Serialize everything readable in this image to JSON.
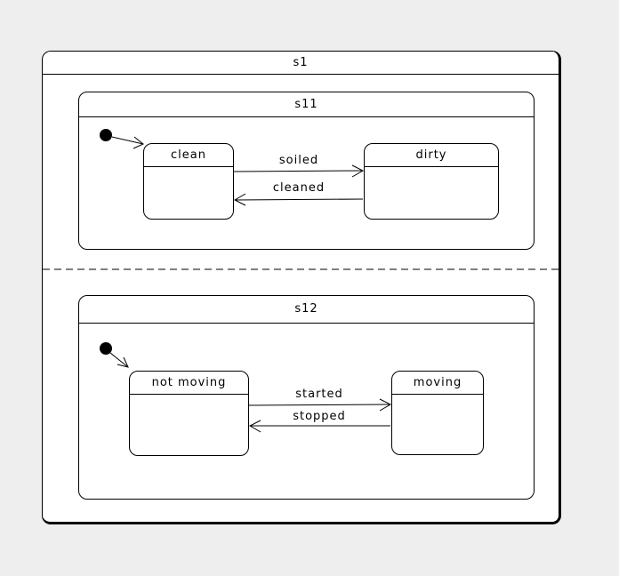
{
  "colors": {
    "background": "#eeeeee",
    "state_fill": "#ffffff",
    "line": "#000000"
  },
  "diagram": {
    "type": "uml-state-machine",
    "root_state": {
      "label": "s1"
    },
    "regions": [
      {
        "composite_state": {
          "label": "s11"
        },
        "states": [
          {
            "label": "clean"
          },
          {
            "label": "dirty"
          }
        ],
        "transitions": [
          {
            "label": "soiled",
            "from": "clean",
            "to": "dirty"
          },
          {
            "label": "cleaned",
            "from": "dirty",
            "to": "clean"
          }
        ],
        "initial": {
          "to": "clean"
        }
      },
      {
        "composite_state": {
          "label": "s12"
        },
        "states": [
          {
            "label": "not moving"
          },
          {
            "label": "moving"
          }
        ],
        "transitions": [
          {
            "label": "started",
            "from": "not moving",
            "to": "moving"
          },
          {
            "label": "stopped",
            "from": "moving",
            "to": "not moving"
          }
        ],
        "initial": {
          "to": "not moving"
        }
      }
    ]
  }
}
